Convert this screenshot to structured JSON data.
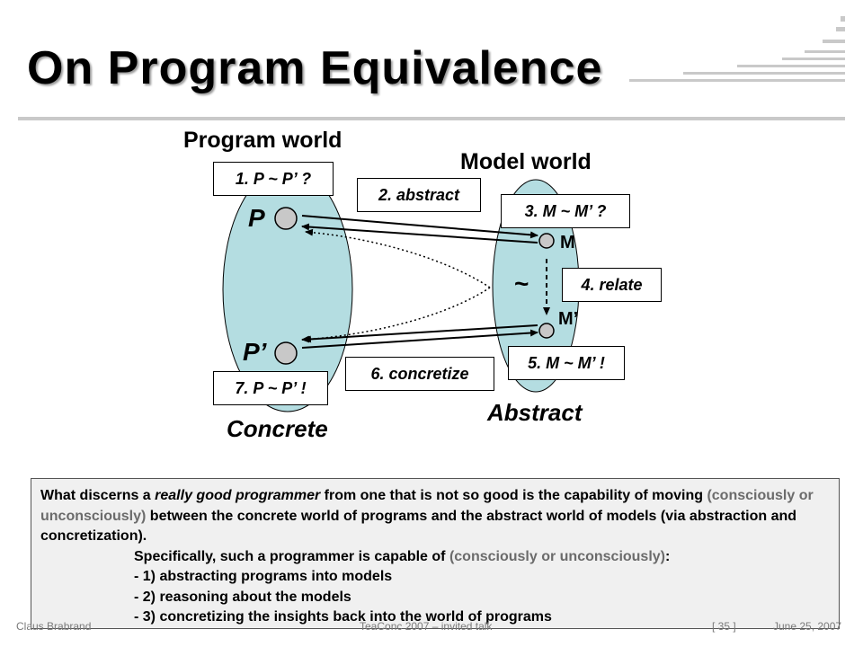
{
  "slide": {
    "title": "On Program Equivalence",
    "program_world_label": "Program world",
    "model_world_label": "Model world",
    "concrete_label": "Concrete",
    "abstract_label": "Abstract",
    "node_p": "P",
    "node_p_prime": "P’",
    "node_m": "M",
    "node_m_prime": "M’",
    "tilde": "~",
    "steps": {
      "s1": "1. P ~ P’ ?",
      "s2": "2. abstract",
      "s3": "3. M ~ M’ ?",
      "s4": "4. relate",
      "s5": "5. M ~ M’ !",
      "s6": "6. concretize",
      "s7": "7. P ~ P’ !"
    },
    "colors": {
      "ellipse_fill": "#b4dde1",
      "node_fill": "#c8c8c8",
      "desc_bg": "#f0f0f0"
    }
  },
  "description": {
    "p1_a": "What discerns a ",
    "p1_em": "really good programmer",
    "p1_b": " from one that is not so good is the capability of moving ",
    "p1_gray": "(consciously or unconsciously)",
    "p1_c": " between the concrete world of programs and the abstract world of models (via abstraction and concretization).",
    "p2_a": "Specifically, such a programmer is capable of ",
    "p2_gray": "(consciously or unconsciously)",
    "p2_b": ":",
    "items": [
      "- 1) abstracting programs into models",
      "- 2) reasoning about the models",
      "- 3) concretizing the insights back into the world of programs"
    ]
  },
  "footer": {
    "author": "Claus Brabrand",
    "event": "TeaConc 2007 – invited talk",
    "page": "[ 35 ]",
    "date": "June 25, 2007"
  }
}
